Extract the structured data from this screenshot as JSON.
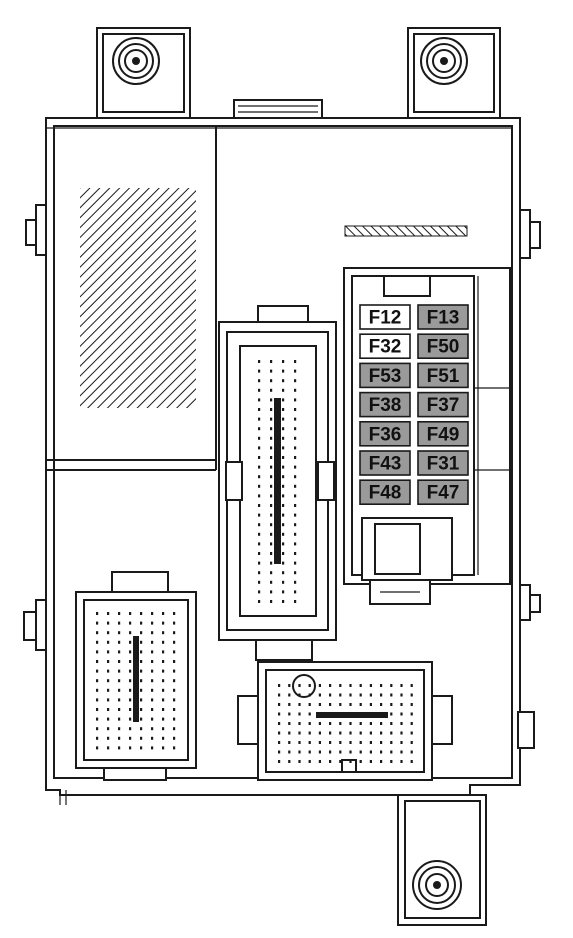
{
  "fuses": [
    {
      "label": "F12",
      "shaded": false
    },
    {
      "label": "F13",
      "shaded": true
    },
    {
      "label": "F32",
      "shaded": false
    },
    {
      "label": "F50",
      "shaded": true
    },
    {
      "label": "F53",
      "shaded": true
    },
    {
      "label": "F51",
      "shaded": true
    },
    {
      "label": "F38",
      "shaded": true
    },
    {
      "label": "F37",
      "shaded": true
    },
    {
      "label": "F36",
      "shaded": true
    },
    {
      "label": "F49",
      "shaded": true
    },
    {
      "label": "F43",
      "shaded": true
    },
    {
      "label": "F31",
      "shaded": true
    },
    {
      "label": "F48",
      "shaded": true
    },
    {
      "label": "F47",
      "shaded": true
    }
  ],
  "colors": {
    "shaded_fuse": "#9a9a9a",
    "empty_fuse": "#ffffff",
    "outline": "#1a1a1a"
  }
}
